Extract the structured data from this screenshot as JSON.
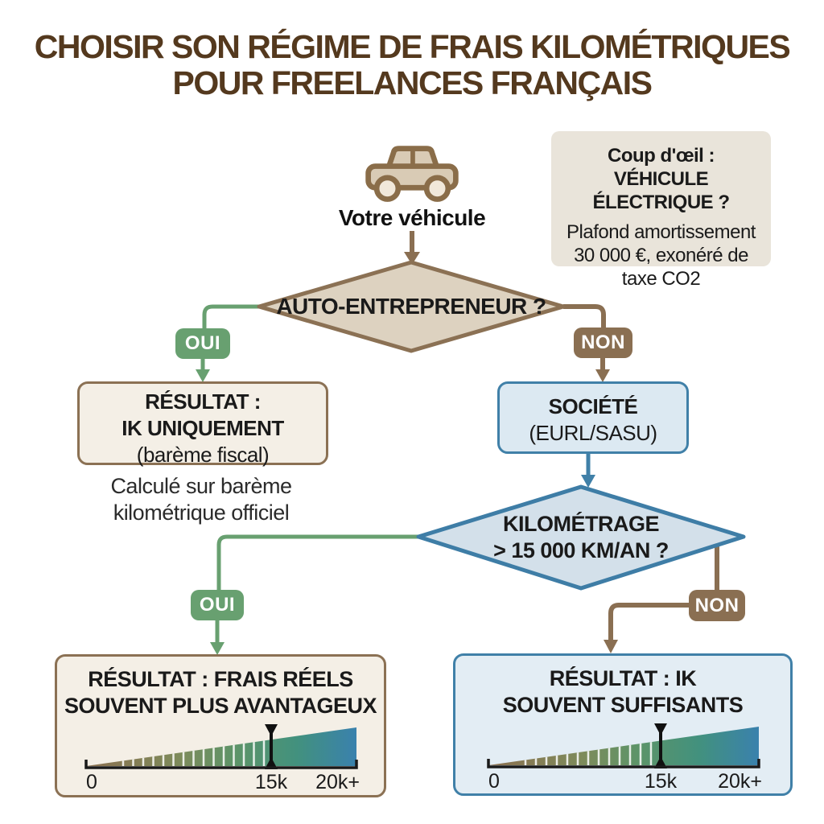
{
  "title": {
    "line1": "CHOISIR SON RÉGIME DE FRAIS KILOMÉTRIQUES",
    "line2": "POUR FREELANCES FRANÇAIS"
  },
  "start": {
    "vehicle_label": "Votre véhicule"
  },
  "callout": {
    "heading_line1": "Coup d'œil :",
    "heading_line2": "VÉHICULE ÉLECTRIQUE ?",
    "body_line1": "Plafond amortissement",
    "body_line2": "30 000 €, exonéré de",
    "body_line3": "taxe CO2"
  },
  "decision_auto_entrepreneur": {
    "question": "AUTO-ENTREPRENEUR ?",
    "yes_label": "OUI",
    "no_label": "NON"
  },
  "branch_oui_result": {
    "line1": "RÉSULTAT :",
    "line2": "IK UNIQUEMENT",
    "line3": "(barème fiscal)",
    "caption_line1": "Calculé sur barème",
    "caption_line2": "kilométrique officiel"
  },
  "branch_non_societe": {
    "line1": "SOCIÉTÉ",
    "line2": "(EURL/SASU)"
  },
  "decision_kilometrage": {
    "question_line1": "KILOMÉTRAGE",
    "question_line2": "> 15 000 KM/AN ?",
    "yes_label": "OUI",
    "no_label": "NON"
  },
  "result_frais_reels": {
    "line1": "RÉSULTAT : FRAIS RÉELS",
    "line2": "SOUVENT PLUS AVANTAGEUX",
    "scale": {
      "start": "0",
      "mid": "15k",
      "end": "20k+"
    }
  },
  "result_ik": {
    "line1": "RÉSULTAT : IK",
    "line2": "SOUVENT SUFFISANTS",
    "scale": {
      "start": "0",
      "mid": "15k",
      "end": "20k+"
    }
  },
  "icons": {
    "vehicle": "car-icon"
  },
  "colors": {
    "title_brown": "#54391e",
    "brown": "#8a6f52",
    "brown_border": "#8b7154",
    "beige_diamond_fill": "#ddd2c0",
    "cream_box_fill": "#f4efe6",
    "callout_bg": "#e9e4da",
    "green": "#68a070",
    "blue": "#4080a8",
    "light_blue_fill": "#dce9f2",
    "diamond2_fill": "#d3e0ea",
    "gauge_gradient": [
      "#8c7050",
      "#7d8b5b",
      "#5d9468",
      "#42917e",
      "#3a81ad"
    ]
  }
}
